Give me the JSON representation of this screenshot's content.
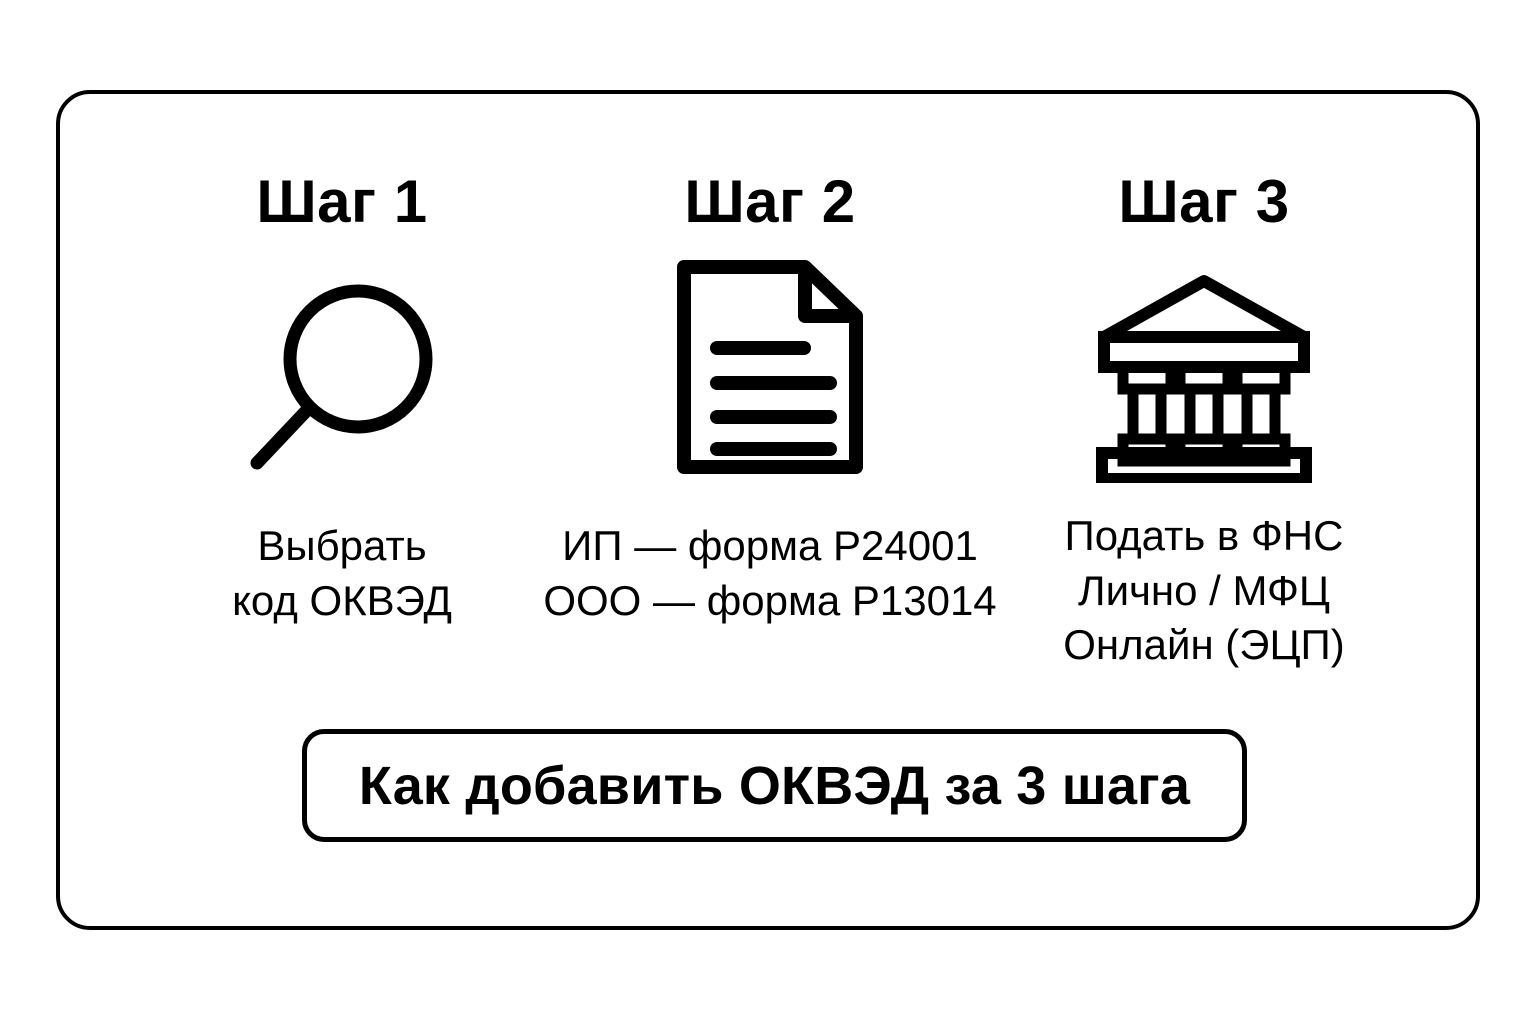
{
  "card": {
    "accent_color": "#000000",
    "background_color": "#ffffff"
  },
  "steps": [
    {
      "heading": "Шаг 1",
      "icon": "magnifier-icon",
      "caption_lines": [
        "Выбрать",
        "код ОКВЭД"
      ]
    },
    {
      "heading": "Шаг 2",
      "icon": "document-icon",
      "caption_lines": [
        "ИП — форма Р24001",
        "ООО — форма Р13014"
      ]
    },
    {
      "heading": "Шаг 3",
      "icon": "bank-icon",
      "caption_lines": [
        "Подать в ФНС",
        "Лично / МФЦ",
        "Онлайн (ЭЦП)"
      ]
    }
  ],
  "banner": {
    "label": "Как добавить ОКВЭД за 3 шага"
  }
}
